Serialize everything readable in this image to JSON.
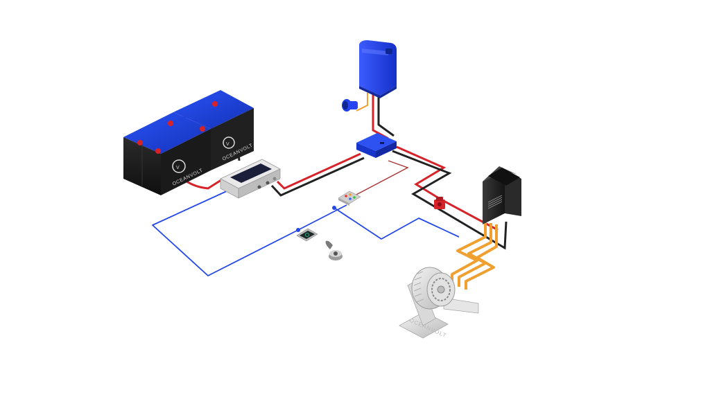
{
  "brand": {
    "battery_label_left": "OCEANVOLT",
    "battery_label_right": "OCEANVOLT",
    "motor_label": "OCEANVOLT"
  },
  "colors": {
    "positive_wire": "#d6232a",
    "negative_wire": "#222222",
    "can_bus": "#2448e8",
    "phase_wire": "#f0a030",
    "battery_top": "#1c3fe0",
    "charger": "#1f3fe6"
  },
  "components": [
    {
      "id": "battery-bank",
      "icon": "battery-icon"
    },
    {
      "id": "shore-charger",
      "icon": "charger-icon"
    },
    {
      "id": "shore-plug",
      "icon": "plug-icon"
    },
    {
      "id": "dc-converter",
      "icon": "converter-icon"
    },
    {
      "id": "bms-box",
      "icon": "bms-icon"
    },
    {
      "id": "main-fuse",
      "icon": "fuse-icon"
    },
    {
      "id": "motor-controller",
      "icon": "controller-icon"
    },
    {
      "id": "control-panel",
      "icon": "panel-icon"
    },
    {
      "id": "display",
      "icon": "display-icon"
    },
    {
      "id": "throttle-lever",
      "icon": "throttle-icon"
    },
    {
      "id": "electric-motor",
      "icon": "motor-icon"
    }
  ]
}
